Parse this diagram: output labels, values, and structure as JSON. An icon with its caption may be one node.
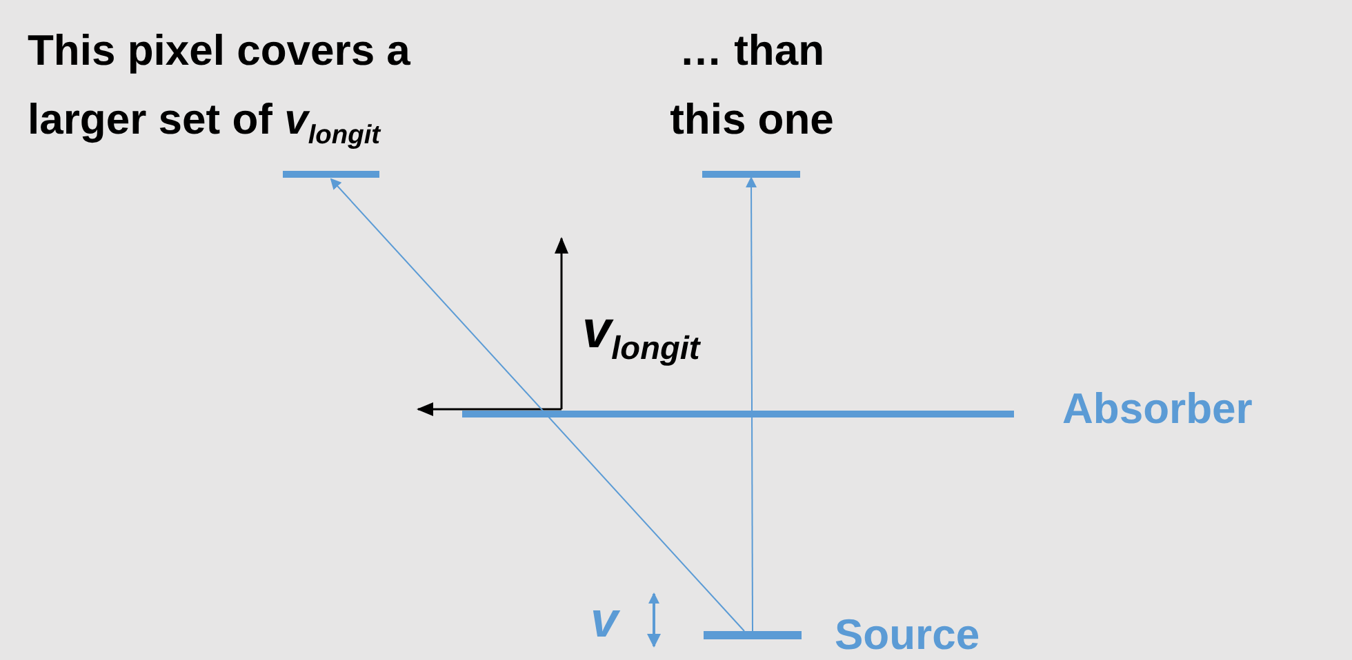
{
  "diagram": {
    "nodes": [
      {
        "text": [],
        "shape": "bar",
        "beside": [
          "This pixel covers a larger set of *v*$_{longit}$"
        ]
      },
      {
        "text": [],
        "shape": "bar",
        "beside": [
          "… than this one"
        ]
      },
      {
        "text": [],
        "shape": "bar",
        "beside": [
          "Absorber"
        ]
      },
      {
        "text": [],
        "shape": "bar",
        "beside": [
          "Source"
        ]
      }
    ],
    "edges": [
      {
        "from": 3,
        "to": 0,
        "arrow": "to"
      },
      {
        "from": 3,
        "to": 1,
        "arrow": "to"
      }
    ],
    "labels": [
      "v$_{longit}$",
      "v"
    ]
  }
}
